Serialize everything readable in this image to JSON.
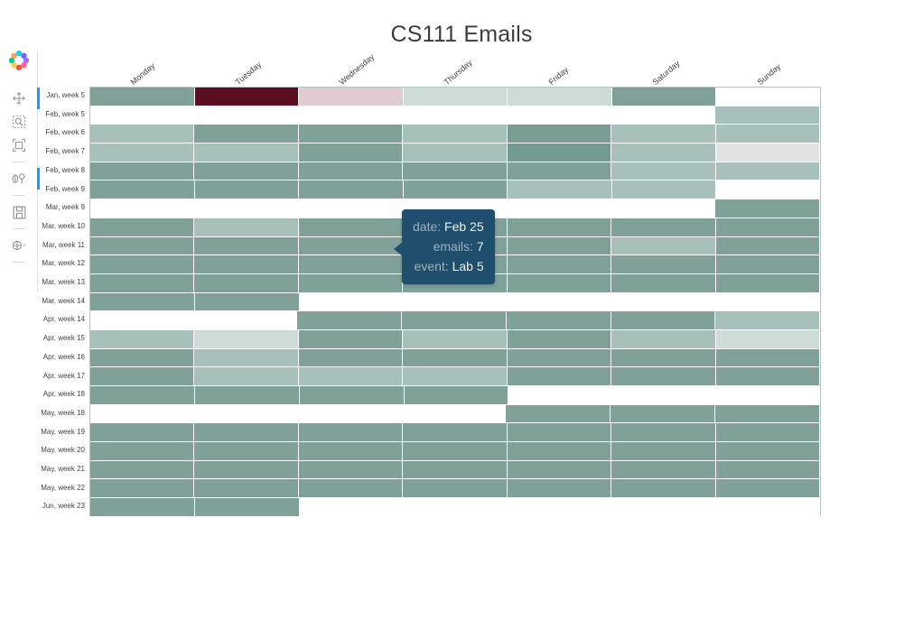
{
  "title": "CS111 Emails",
  "modebar": {
    "logo_name": "plotly-logo-icon",
    "buttons": [
      {
        "name": "pan-icon",
        "label": "Pan",
        "active": true
      },
      {
        "name": "zoom-select-icon",
        "label": "Zoom",
        "active": false
      },
      {
        "name": "box-select-icon",
        "label": "Box Select",
        "active": false
      },
      {
        "name": "toggle-spikelines-icon",
        "label": "Toggle Spike Lines",
        "active": true
      },
      {
        "name": "download-plot-icon",
        "label": "Download plot as a png",
        "active": false
      },
      {
        "name": "reset-axes-icon",
        "label": "Reset axes",
        "active": false
      }
    ]
  },
  "tooltip": {
    "rows": [
      {
        "key": "date:",
        "value": "Feb 25"
      },
      {
        "key": "emails:",
        "value": "7"
      },
      {
        "key": "event:",
        "value": "Lab 5"
      }
    ],
    "background_color": "#1f4e6e",
    "key_color": "#9fb3b6",
    "value_color": "#f3f0e2"
  },
  "chart_data": {
    "type": "heatmap",
    "title": "CS111 Emails",
    "xlabel": "",
    "ylabel": "",
    "grid": true,
    "legend": "none",
    "colorscale_note": "teal sequential with dark-maroon high outlier and pink/near-white low values; blank (white) = no data",
    "colors": {
      "teal_dark": "#6f948c",
      "teal_mid": "#7fa19a",
      "teal_light": "#9fbab6",
      "teal_pale": "#b5c9c5",
      "teal_faint": "#cddcd7",
      "grey_pale": "#e2e2e2",
      "pink": "#e0cbd0",
      "maroon": "#5a0e20",
      "blank": "#ffffff",
      "gridline": "#ffffff",
      "border": "#b9c2c2",
      "title_color": "#3b3b43",
      "tick_color": "#444444"
    },
    "categories": [
      "Monday",
      "Tuesday",
      "Wednesday",
      "Thursday",
      "Friday",
      "Saturday",
      "Sunday"
    ],
    "rows": [
      "Jan, week 5",
      "Feb, week 5",
      "Feb, week 6",
      "Feb, week 7",
      "Feb, week 8",
      "Feb, week 9",
      "Mar, week 9",
      "Mar, week 10",
      "Mar, week 11",
      "Mar, week 12",
      "Mar, week 13",
      "Mar, week 14",
      "Apr, week 14",
      "Apr, week 15",
      "Apr, week 16",
      "Apr, week 17",
      "Apr, week 18",
      "May, week 18",
      "May, week 19",
      "May, week 20",
      "May, week 21",
      "May, week 22",
      "Jun, week 23"
    ],
    "cell_colors": [
      [
        "#7fa19a",
        "#5a0e20",
        "#e0cbd0",
        "#cddcd7",
        "#cddcd7",
        "#7fa19a",
        "#ffffff"
      ],
      [
        "#ffffff",
        "#ffffff",
        "#ffffff",
        "#ffffff",
        "#ffffff",
        "#ffffff",
        "#a8c0bb"
      ],
      [
        "#a8c0bb",
        "#7fa19a",
        "#7fa19a",
        "#a8c0bb",
        "#7a9e97",
        "#a8c0bb",
        "#a8c0bb"
      ],
      [
        "#a8c0bb",
        "#a8c0bb",
        "#7fa19a",
        "#a8c0bb",
        "#739a93",
        "#a8c0bb",
        "#e2e2e2"
      ],
      [
        "#7fa19a",
        "#7fa19a",
        "#7fa19a",
        "#7fa19a",
        "#7fa19a",
        "#a8c0bb",
        "#a8c0bb"
      ],
      [
        "#7fa19a",
        "#7fa19a",
        "#7fa19a",
        "#7fa19a",
        "#a8c0bb",
        "#a8c0bb",
        "#ffffff"
      ],
      [
        "#ffffff",
        "#ffffff",
        "#ffffff",
        "#ffffff",
        "#ffffff",
        "#ffffff",
        "#7fa19a"
      ],
      [
        "#7fa19a",
        "#a8c0bb",
        "#7fa19a",
        "#7fa19a",
        "#7fa19a",
        "#7fa19a",
        "#7fa19a"
      ],
      [
        "#7fa19a",
        "#7fa19a",
        "#7fa19a",
        "#7fa19a",
        "#7fa19a",
        "#a8c0bb",
        "#7fa19a"
      ],
      [
        "#7fa19a",
        "#7fa19a",
        "#7fa19a",
        "#7fa19a",
        "#7fa19a",
        "#7fa19a",
        "#7fa19a"
      ],
      [
        "#7fa19a",
        "#7fa19a",
        "#7fa19a",
        "#7fa19a",
        "#7fa19a",
        "#7fa19a",
        "#7fa19a"
      ],
      [
        "#7fa19a",
        "#7fa19a",
        "#ffffff",
        "#ffffff",
        "#ffffff",
        "#ffffff",
        "#ffffff"
      ],
      [
        "#ffffff",
        "#ffffff",
        "#7fa19a",
        "#7fa19a",
        "#7fa19a",
        "#7fa19a",
        "#a8c0bb"
      ],
      [
        "#a8c0bb",
        "#cddcd7",
        "#7fa19a",
        "#a8c0bb",
        "#7fa19a",
        "#a8c0bb",
        "#cddcd7"
      ],
      [
        "#7fa19a",
        "#a8c0bb",
        "#7fa19a",
        "#7fa19a",
        "#7fa19a",
        "#7fa19a",
        "#7fa19a"
      ],
      [
        "#7fa19a",
        "#a8c0bb",
        "#a8c0bb",
        "#a8c0bb",
        "#7fa19a",
        "#7fa19a",
        "#7fa19a"
      ],
      [
        "#7fa19a",
        "#7fa19a",
        "#7fa19a",
        "#7fa19a",
        "#ffffff",
        "#ffffff",
        "#ffffff"
      ],
      [
        "#ffffff",
        "#ffffff",
        "#ffffff",
        "#ffffff",
        "#7fa19a",
        "#7fa19a",
        "#7fa19a"
      ],
      [
        "#7fa19a",
        "#7fa19a",
        "#7fa19a",
        "#7fa19a",
        "#7fa19a",
        "#7fa19a",
        "#7fa19a"
      ],
      [
        "#7fa19a",
        "#7fa19a",
        "#7fa19a",
        "#7fa19a",
        "#7fa19a",
        "#7fa19a",
        "#7fa19a"
      ],
      [
        "#7fa19a",
        "#7fa19a",
        "#7fa19a",
        "#7fa19a",
        "#7fa19a",
        "#7fa19a",
        "#7fa19a"
      ],
      [
        "#7fa19a",
        "#7fa19a",
        "#7fa19a",
        "#7fa19a",
        "#7fa19a",
        "#7fa19a",
        "#7fa19a"
      ],
      [
        "#7fa19a",
        "#7fa19a",
        "#ffffff",
        "#ffffff",
        "#ffffff",
        "#ffffff",
        "#ffffff"
      ]
    ]
  }
}
